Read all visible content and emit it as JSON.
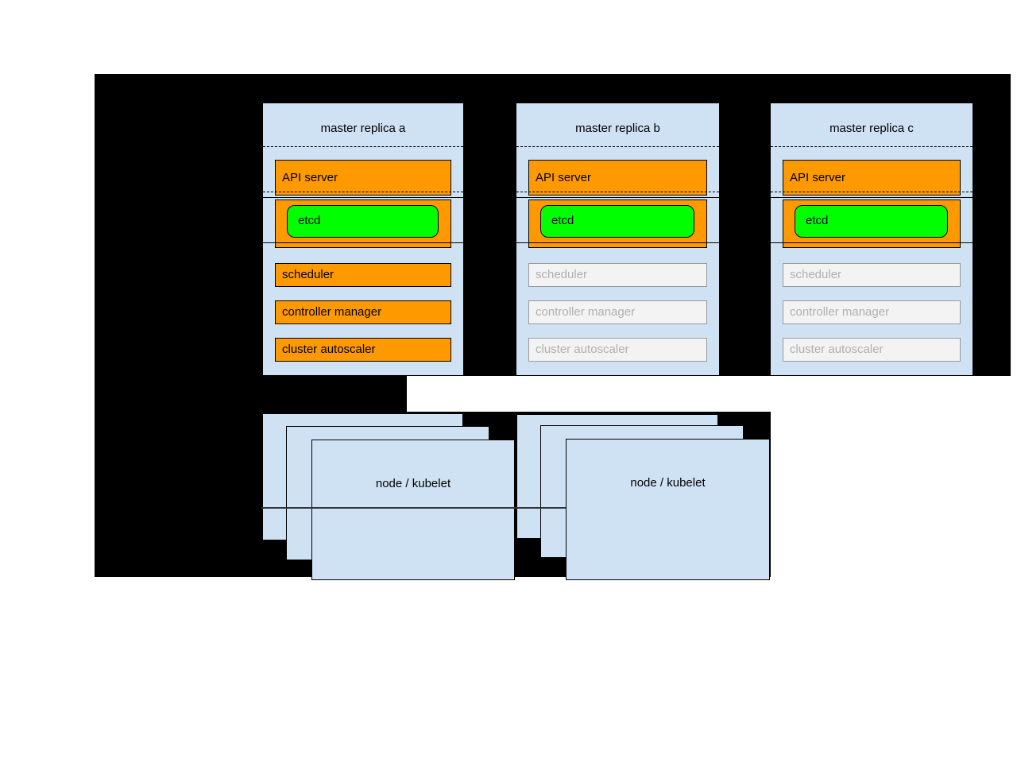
{
  "diagram": {
    "replicas": [
      {
        "title": "master replica a",
        "state": "active",
        "api_server": "API server",
        "etcd": "etcd",
        "scheduler": "scheduler",
        "controller_manager": "controller manager",
        "cluster_autoscaler": "cluster autoscaler"
      },
      {
        "title": "master replica b",
        "state": "inactive",
        "api_server": "API server",
        "etcd": "etcd",
        "scheduler": "scheduler",
        "controller_manager": "controller manager",
        "cluster_autoscaler": "cluster autoscaler"
      },
      {
        "title": "master replica c",
        "state": "inactive",
        "api_server": "API server",
        "etcd": "etcd",
        "scheduler": "scheduler",
        "controller_manager": "controller manager",
        "cluster_autoscaler": "cluster autoscaler"
      }
    ],
    "nodes": [
      {
        "label": "node / kubelet"
      },
      {
        "label": "node / kubelet"
      }
    ],
    "colors": {
      "background_black": "#000000",
      "box_blue": "#cfe2f3",
      "active_orange": "#ff9900",
      "etcd_green": "#00ff00",
      "inactive_fill": "#f3f3f3",
      "inactive_border": "#999999",
      "inactive_text": "#b0b0b0",
      "node_divider_line": "#333333"
    }
  }
}
